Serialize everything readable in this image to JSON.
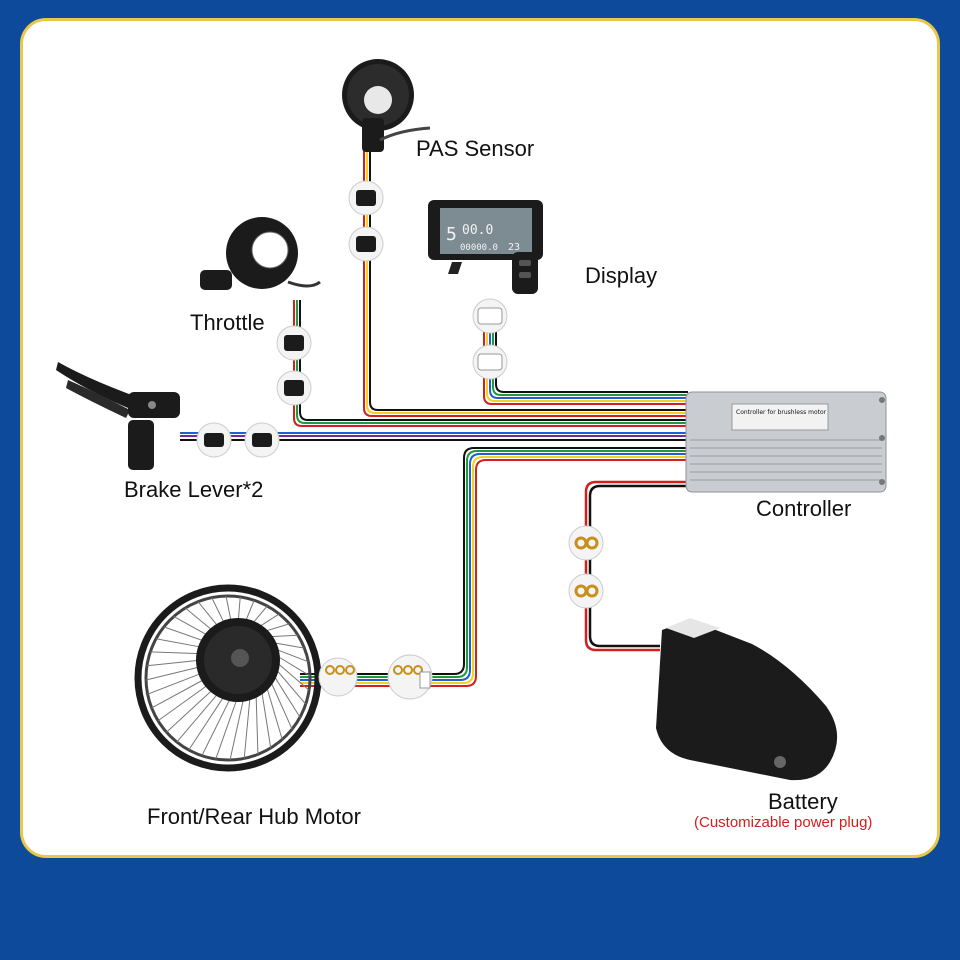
{
  "labels": {
    "pas_sensor": "PAS Sensor",
    "display": "Display",
    "throttle": "Throttle",
    "brake_lever": "Brake Lever*2",
    "controller": "Controller",
    "hub_motor": "Front/Rear Hub Motor",
    "battery": "Battery",
    "battery_note": "(Customizable power plug)"
  },
  "controller_sticker": "Controller for brushless motor",
  "display_screen": {
    "speed": "00.0",
    "gear": "5",
    "odo": "00000.0",
    "temp": "23"
  },
  "colors": {
    "background": "#0e4a9c",
    "panel_border": "#e8c84a",
    "wire_red": "#d21f1f",
    "wire_yellow": "#f2d21b",
    "wire_blue": "#1e5fd6",
    "wire_green": "#1f9a3a",
    "wire_purple": "#7a2a9a",
    "wire_black": "#111111",
    "note_red": "#d41e1e"
  },
  "icons": [
    "pas-sensor-icon",
    "display-icon",
    "throttle-icon",
    "brake-lever-icon",
    "controller-icon",
    "hub-motor-icon",
    "battery-icon",
    "connector-icon",
    "ring-terminal-icon"
  ]
}
